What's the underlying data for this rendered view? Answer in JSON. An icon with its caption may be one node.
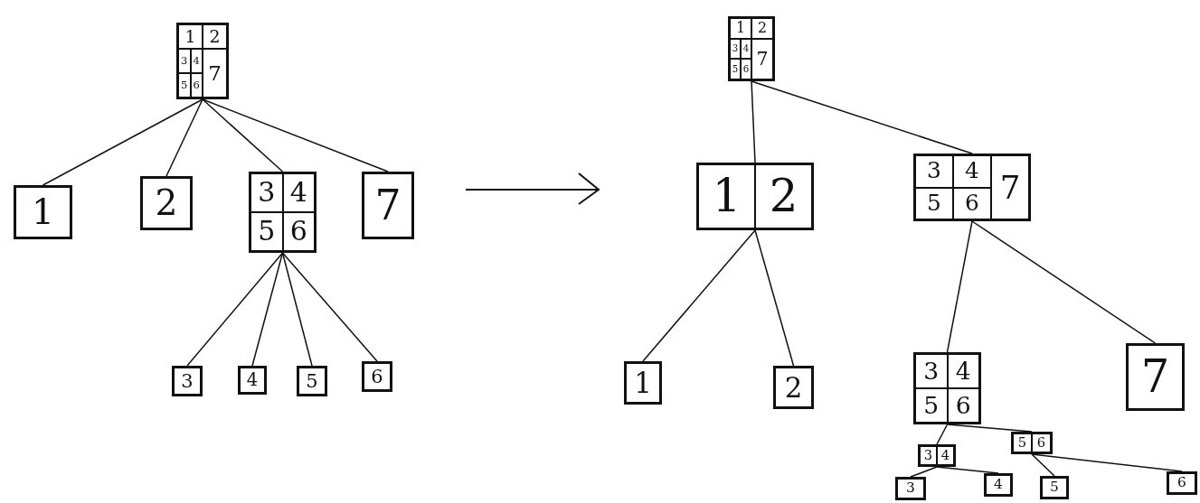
{
  "diagram": {
    "nodes": [
      {
        "text": [
          "1",
          "2",
          "3",
          "4",
          "5",
          "6",
          "7"
        ]
      },
      {
        "text": [
          "1"
        ]
      },
      {
        "text": [
          "2"
        ]
      },
      {
        "text": [
          "3",
          "4",
          "5",
          "6"
        ]
      },
      {
        "text": [
          "7"
        ]
      },
      {
        "text": [
          "3"
        ]
      },
      {
        "text": [
          "4"
        ]
      },
      {
        "text": [
          "5"
        ]
      },
      {
        "text": [
          "6"
        ]
      },
      {
        "text": [
          "1",
          "2",
          "3",
          "4",
          "5",
          "6",
          "7"
        ]
      },
      {
        "text": [
          "1",
          "2"
        ]
      },
      {
        "text": [
          "3",
          "4",
          "5",
          "6",
          "7"
        ]
      },
      {
        "text": [
          "1"
        ]
      },
      {
        "text": [
          "2"
        ]
      },
      {
        "text": [
          "3",
          "4",
          "5",
          "6"
        ]
      },
      {
        "text": [
          "7"
        ]
      },
      {
        "text": [
          "3",
          "4"
        ]
      },
      {
        "text": [
          "5",
          "6"
        ]
      },
      {
        "text": [
          "3"
        ]
      },
      {
        "text": [
          "4"
        ]
      },
      {
        "text": [
          "5"
        ]
      },
      {
        "text": [
          "6"
        ]
      }
    ],
    "edges": [
      {
        "from": 0,
        "to": 1,
        "arrow": "none"
      },
      {
        "from": 0,
        "to": 2,
        "arrow": "none"
      },
      {
        "from": 0,
        "to": 3,
        "arrow": "none"
      },
      {
        "from": 0,
        "to": 4,
        "arrow": "none"
      },
      {
        "from": 3,
        "to": 5,
        "arrow": "none"
      },
      {
        "from": 3,
        "to": 6,
        "arrow": "none"
      },
      {
        "from": 3,
        "to": 7,
        "arrow": "none"
      },
      {
        "from": 3,
        "to": 8,
        "arrow": "none"
      },
      {
        "from": 9,
        "to": 10,
        "arrow": "none"
      },
      {
        "from": 9,
        "to": 11,
        "arrow": "none"
      },
      {
        "from": 10,
        "to": 12,
        "arrow": "none"
      },
      {
        "from": 10,
        "to": 13,
        "arrow": "none"
      },
      {
        "from": 11,
        "to": 14,
        "arrow": "none"
      },
      {
        "from": 11,
        "to": 15,
        "arrow": "none"
      },
      {
        "from": 14,
        "to": 16,
        "arrow": "none"
      },
      {
        "from": 14,
        "to": 17,
        "arrow": "none"
      },
      {
        "from": 16,
        "to": 18,
        "arrow": "none"
      },
      {
        "from": 16,
        "to": 19,
        "arrow": "none"
      },
      {
        "from": 17,
        "to": 20,
        "arrow": "none"
      },
      {
        "from": 17,
        "to": 21,
        "arrow": "none"
      }
    ]
  }
}
